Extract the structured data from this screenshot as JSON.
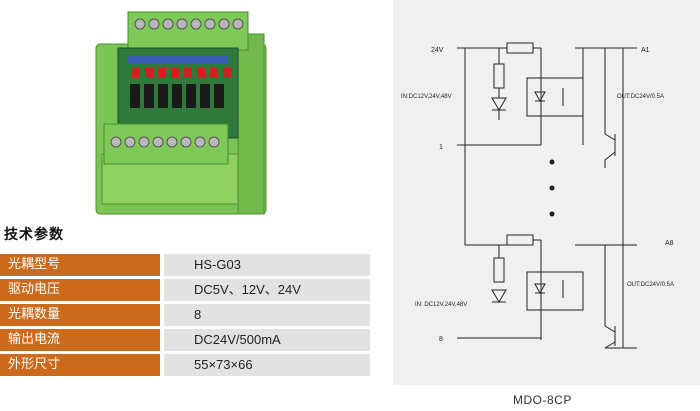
{
  "section_title": "技术参数",
  "specs": [
    {
      "label": "光耦型号",
      "value": "HS-G03"
    },
    {
      "label": "驱动电压",
      "value": "DC5V、12V、24V"
    },
    {
      "label": "光耦数量",
      "value": "8"
    },
    {
      "label": "输出电流",
      "value": "DC24V/500mA"
    },
    {
      "label": "外形尺寸",
      "value": "55×73×66"
    }
  ],
  "schematic": {
    "label_24v": "24V",
    "label_a1": "A1",
    "label_a8": "A8",
    "label_in1": "IN:DC12V,24V,48V",
    "label_in8": "IN: DC12V,24V,48V",
    "label_out1": "OUT:DC24V/0.5A",
    "label_out8": "OUT:DC24V/0.5A",
    "label_pin1": "1",
    "label_pin8": "8",
    "caption": "MDO-8CP"
  },
  "colors": {
    "spec_label_bg": "#cc6a1c",
    "spec_value_bg": "#e2e2e2",
    "board_green": "#6fb84a",
    "schematic_bg": "#f0f0f0"
  }
}
